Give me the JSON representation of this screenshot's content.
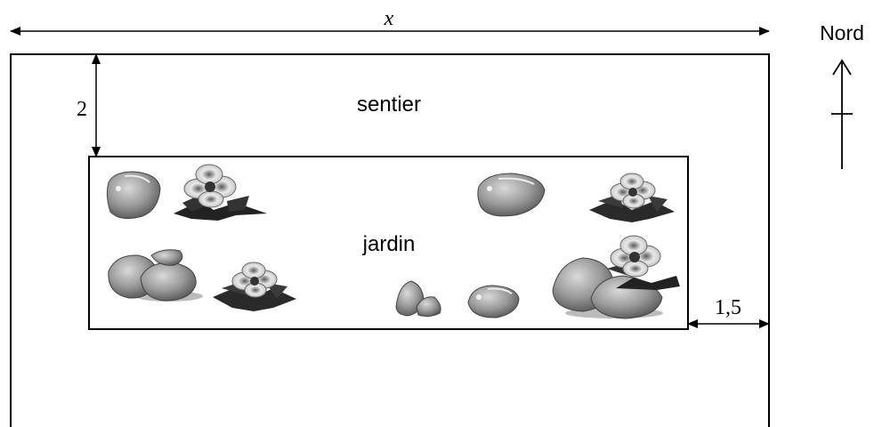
{
  "labels": {
    "width_variable": "x",
    "north": "Nord",
    "path": "sentier",
    "garden": "jardin",
    "top_gap": "2",
    "right_gap": "1,5"
  },
  "icons": [
    "rock-icon",
    "flower-icon"
  ],
  "colors": {
    "line": "#000000",
    "background": "#ffffff"
  }
}
